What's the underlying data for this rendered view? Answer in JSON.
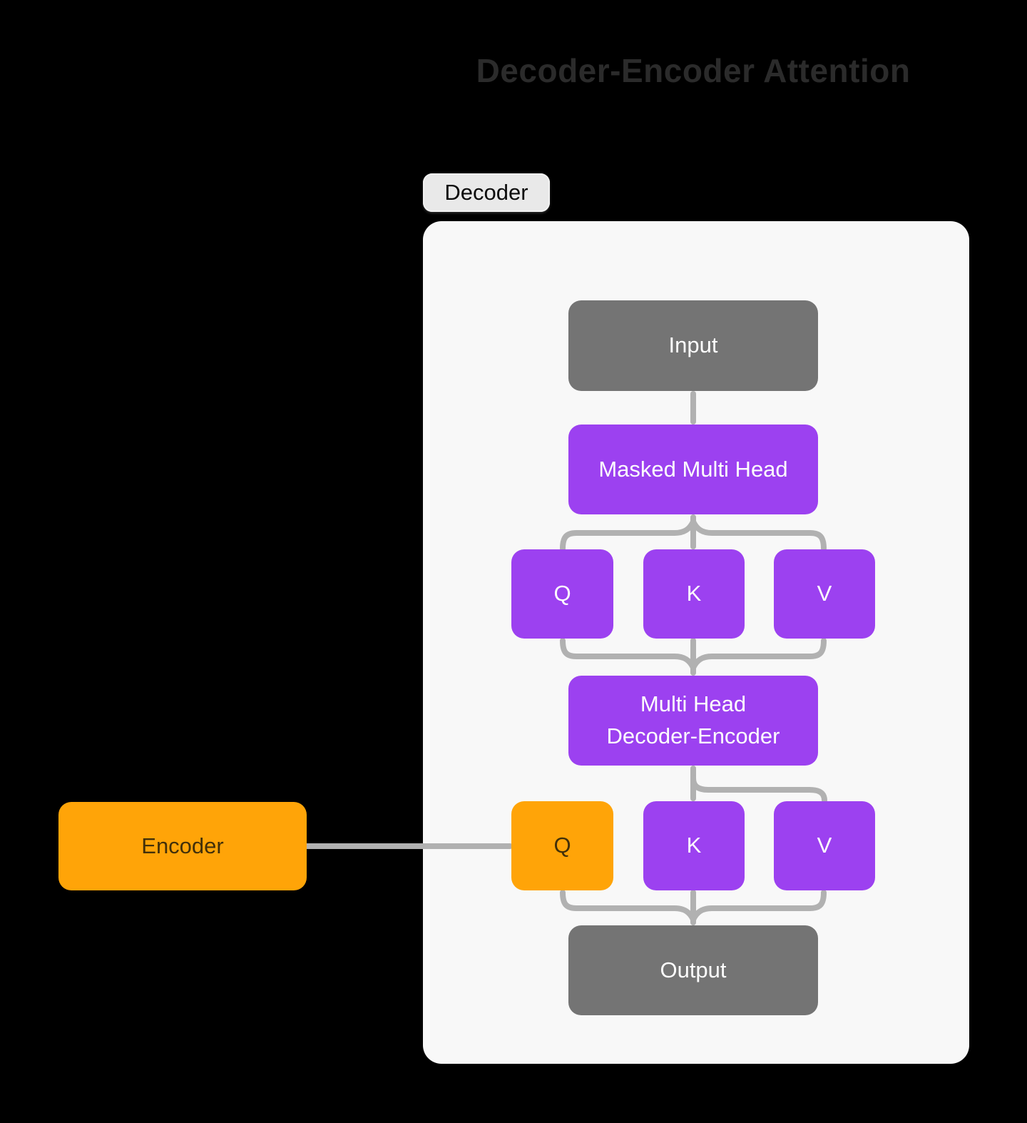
{
  "title": "Decoder-Encoder Attention",
  "colors": {
    "background": "#000000",
    "panel": "#F8F8F8",
    "purple": "#9C41F0",
    "orange": "#FFA408",
    "gray_box": "#747474",
    "connector": "#B1B1B1",
    "title_text": "#2B2B2B",
    "label_bg": "#E9E9E9",
    "dark_text": "#42300A"
  },
  "decoder_panel": {
    "label": "Decoder",
    "nodes": {
      "input": "Input",
      "masked_multi_head": "Masked Multi Head",
      "self_attention": {
        "q": "Q",
        "k": "K",
        "v": "V"
      },
      "multi_head_decoder_encoder": {
        "line1": "Multi Head",
        "line2": "Decoder-Encoder"
      },
      "cross_attention": {
        "q": "Q",
        "k": "K",
        "v": "V"
      },
      "output": "Output"
    }
  },
  "encoder": {
    "label": "Encoder"
  }
}
